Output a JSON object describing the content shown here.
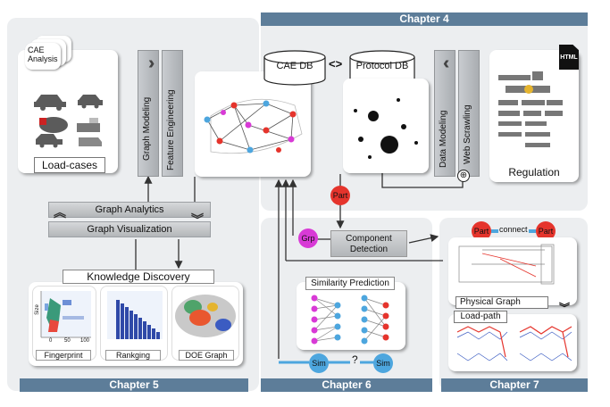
{
  "chapters": {
    "ch4": "Chapter 4",
    "ch5": "Chapter 5",
    "ch6": "Chapter 6",
    "ch7": "Chapter 7"
  },
  "cae": {
    "stack_label": "CAE\nAnalysis",
    "caption": "Load-cases"
  },
  "graph_modeling": "Graph Modeling",
  "feature_engineering": "Feature Engineering",
  "graph_analytics": "Graph Analytics",
  "graph_visualization": "Graph Visualization",
  "knowledge_discovery": {
    "title": "Knowledge Discovery",
    "fingerprint": "Fingerprint",
    "rankging": "Rankging",
    "doe_graph": "DOE Graph",
    "fp_xticks": [
      "0",
      "50",
      "100"
    ],
    "fp_ylabel": "Size"
  },
  "cae_db": "CAE DB",
  "db_link": "<>",
  "protocol_db": "Protocol DB",
  "data_modeling": "Data Modeling",
  "web_scrawling": "Web Scrawling",
  "regulation": {
    "caption": "Regulation",
    "html_badge": "HTML"
  },
  "part_node": "Part",
  "grp_node": "Grp",
  "component_detection": "Component\nDetection",
  "similarity": {
    "title": "Similarity Prediction",
    "sim": "Sim",
    "question": "?"
  },
  "ch7": {
    "part1": "Part",
    "connect": "connect",
    "part2": "Part",
    "physical_graph": "Physical Graph",
    "load_path": "Load-path"
  },
  "colors": {
    "chapter_bar": "#5d7d99",
    "panel": "#eceef0",
    "part_red": "#e5342c",
    "grp_magenta": "#d83ad6",
    "sim_blue": "#4da6de"
  }
}
